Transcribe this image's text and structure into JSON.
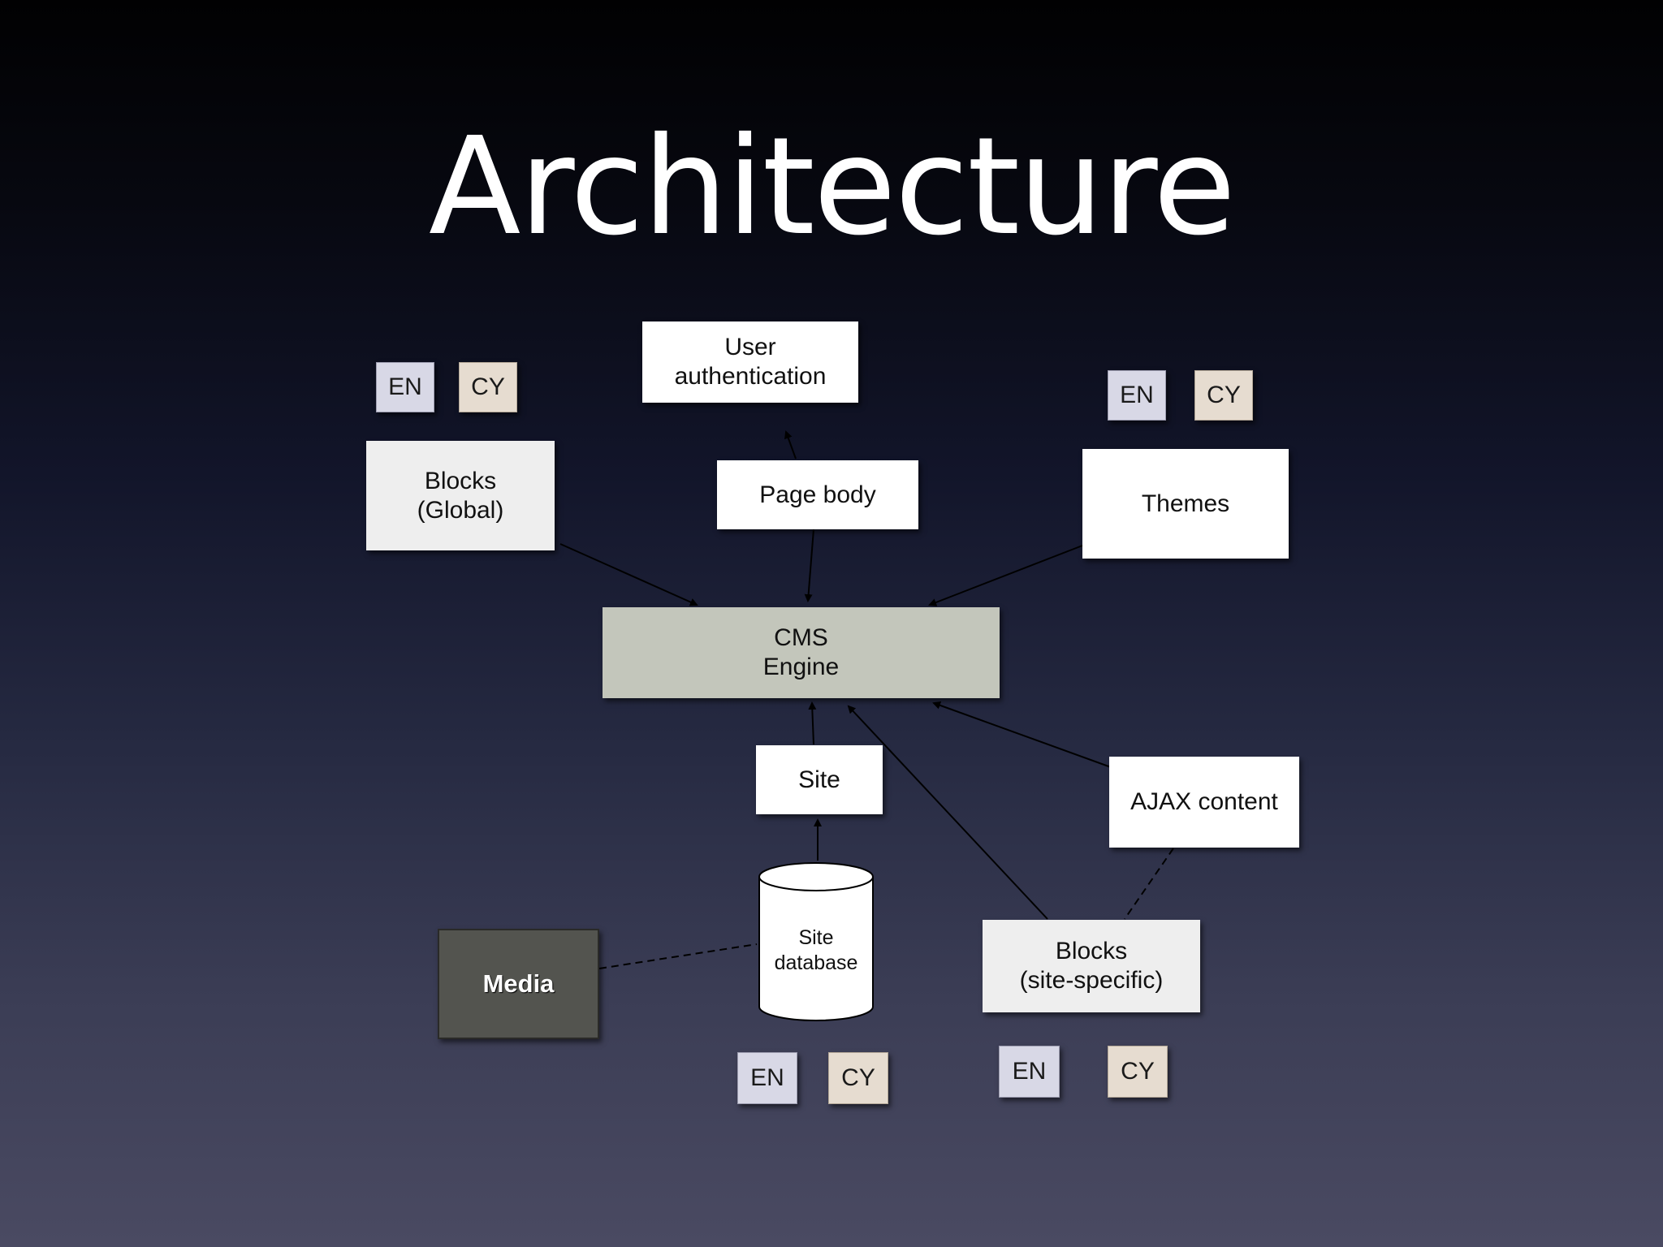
{
  "slide": {
    "title": "Architecture"
  },
  "nodes": {
    "user_auth": "User\nauthentication",
    "page_body": "Page body",
    "blocks_global": "Blocks\n(Global)",
    "themes": "Themes",
    "cms_engine": "CMS\nEngine",
    "site": "Site",
    "ajax_content": "AJAX content",
    "site_database": "Site\ndatabase",
    "media": "Media",
    "blocks_site_specific": "Blocks\n(site-specific)"
  },
  "languages": {
    "en": "EN",
    "cy": "CY"
  },
  "colors": {
    "engine": "#c3c6bb",
    "media": "#53544f",
    "lang_en": "#d8d8e6",
    "lang_cy": "#e6dcd0",
    "connector": "#000000"
  }
}
